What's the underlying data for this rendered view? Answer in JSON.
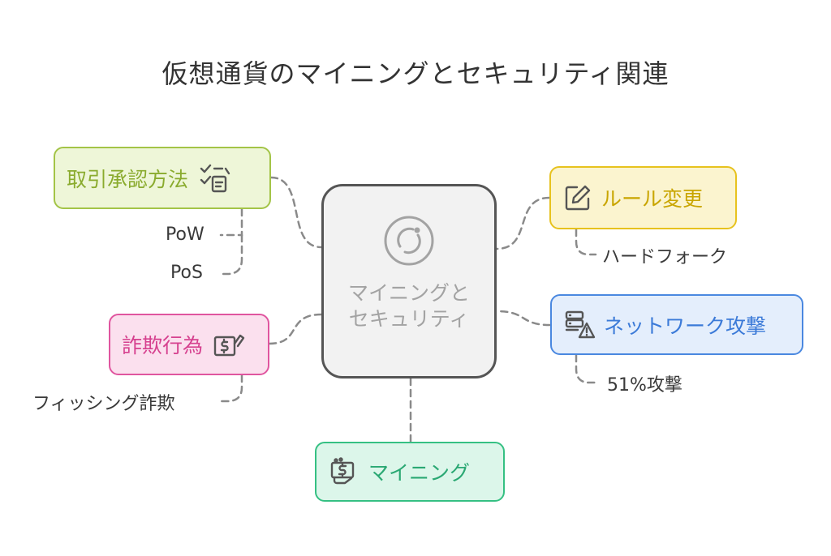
{
  "title": "仮想通貨のマイニングとセキュリティ関連",
  "center": {
    "label": "マイニングとセキュリティ",
    "icon": "ion-icon"
  },
  "nodes": {
    "approval": {
      "label": "取引承認方法",
      "icon": "checklist-icon",
      "color": "#a3c447"
    },
    "fraud": {
      "label": "詐欺行為",
      "icon": "money-hand-icon",
      "color": "#e0559f"
    },
    "rule": {
      "label": "ルール変更",
      "icon": "edit-icon",
      "color": "#e7c21e"
    },
    "network": {
      "label": "ネットワーク攻撃",
      "icon": "server-warning-icon",
      "color": "#4a88e0"
    },
    "mining": {
      "label": "マイニング",
      "icon": "cash-hand-icon",
      "color": "#35c083"
    }
  },
  "leaves": {
    "pow": "PoW",
    "pos": "PoS",
    "phishing": "フィッシング詐欺",
    "hardfork": "ハードフォーク",
    "attack51": "51%攻撃"
  }
}
